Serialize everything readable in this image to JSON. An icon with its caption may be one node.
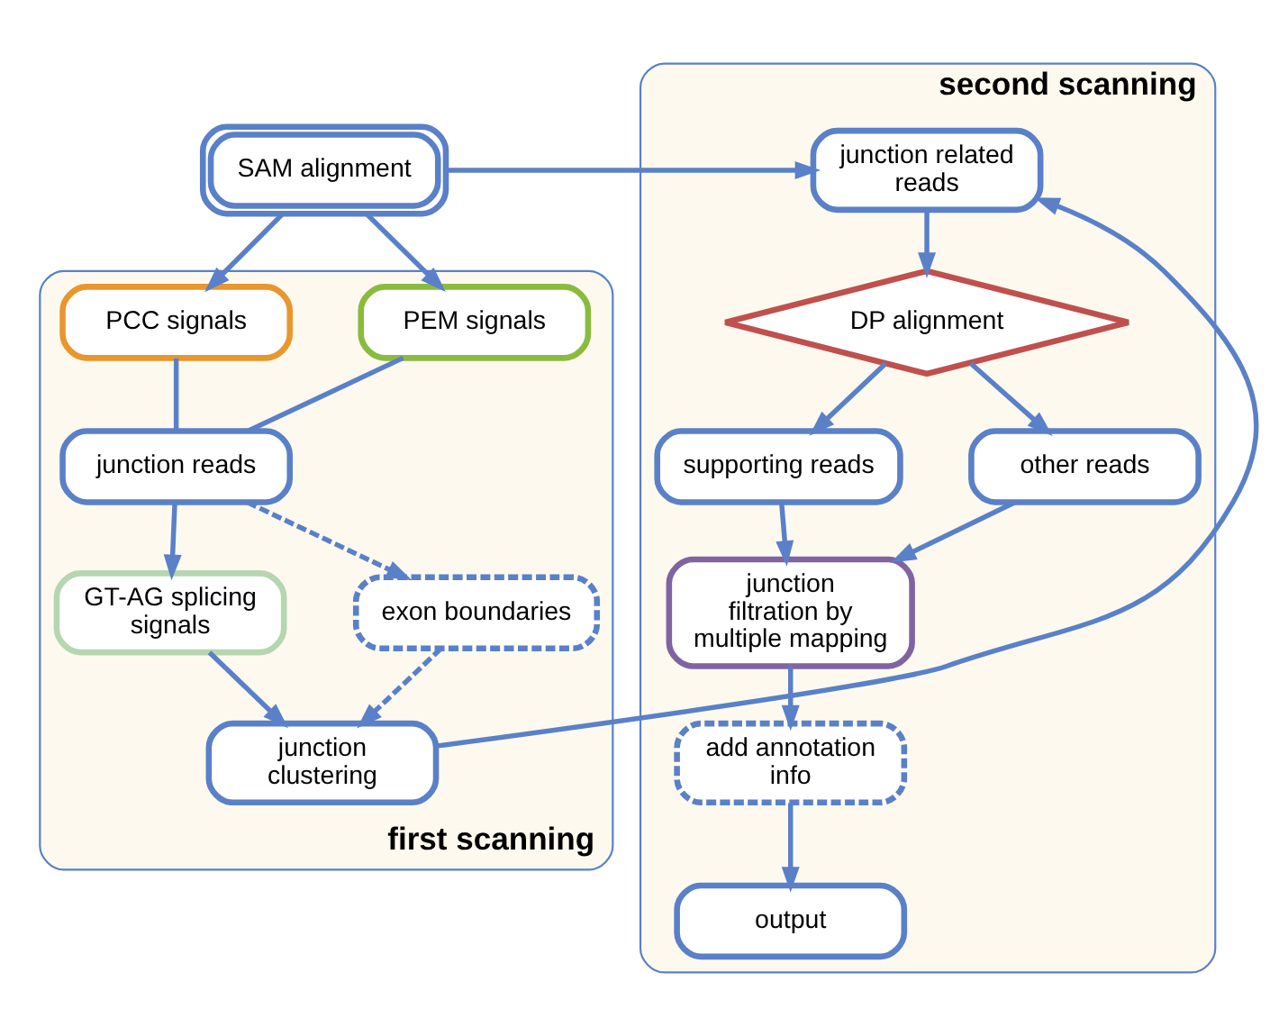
{
  "diagram": {
    "nodes": [
      {
        "text": [
          "SAM alignment"
        ]
      },
      {
        "text": [
          "first scanning"
        ]
      },
      {
        "text": [
          "PCC signals"
        ],
        "in": 1
      },
      {
        "text": [
          "PEM signals"
        ],
        "in": 1
      },
      {
        "text": [
          "junction reads"
        ],
        "in": 1
      },
      {
        "text": [
          "GT-AG splicing signals"
        ],
        "in": 1
      },
      {
        "text": [
          "exon boundaries"
        ],
        "in": 1
      },
      {
        "text": [
          "junction clustering"
        ],
        "in": 1
      },
      {
        "text": [
          "second scanning"
        ]
      },
      {
        "text": [
          "junction related reads"
        ],
        "in": 8
      },
      {
        "text": [
          "DP alignment"
        ],
        "in": 8
      },
      {
        "text": [
          "supporting reads"
        ],
        "in": 8
      },
      {
        "text": [
          "other reads"
        ],
        "in": 8
      },
      {
        "text": [
          "junction filtration by multiple mapping"
        ],
        "in": 8
      },
      {
        "text": [
          "add annotation info"
        ],
        "in": 8
      },
      {
        "text": [
          "output"
        ],
        "in": 8
      }
    ],
    "edges": [
      {
        "from": 0,
        "to": 2,
        "arrow": "to"
      },
      {
        "from": 0,
        "to": 3,
        "arrow": "to"
      },
      {
        "from": 2,
        "to": 4,
        "arrow": "none"
      },
      {
        "from": 3,
        "to": 4,
        "arrow": "none"
      },
      {
        "from": 4,
        "to": 5,
        "arrow": "to"
      },
      {
        "from": 4,
        "to": 6,
        "arrow": "to",
        "style": "dashed"
      },
      {
        "from": 5,
        "to": 7,
        "arrow": "to"
      },
      {
        "from": 6,
        "to": 7,
        "arrow": "to",
        "style": "dashed"
      },
      {
        "from": 0,
        "to": 9,
        "arrow": "to"
      },
      {
        "from": 7,
        "to": 9,
        "arrow": "to"
      },
      {
        "from": 9,
        "to": 10,
        "arrow": "to"
      },
      {
        "from": 10,
        "to": 11,
        "arrow": "to"
      },
      {
        "from": 10,
        "to": 12,
        "arrow": "to"
      },
      {
        "from": 11,
        "to": 13,
        "arrow": "to"
      },
      {
        "from": 12,
        "to": 13,
        "arrow": "to"
      },
      {
        "from": 13,
        "to": 14,
        "arrow": "to"
      },
      {
        "from": 14,
        "to": 15,
        "arrow": "to"
      }
    ]
  }
}
